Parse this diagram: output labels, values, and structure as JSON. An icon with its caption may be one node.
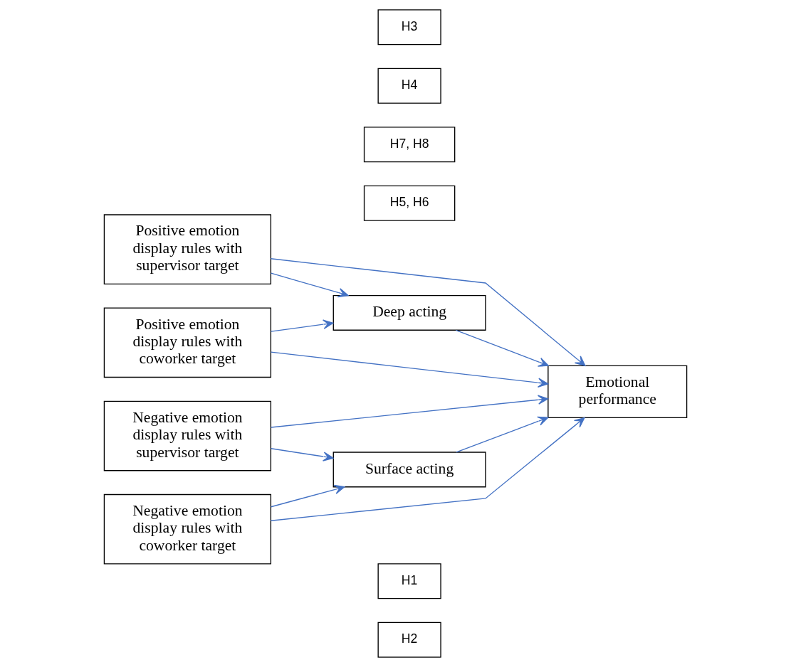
{
  "diagram": {
    "nodes": [
      {
        "text": [
          "H2"
        ]
      },
      {
        "text": [
          "H1"
        ]
      },
      {
        "text": [
          "Positive emotion display rules with supervisor target"
        ]
      },
      {
        "text": [
          "H5, H6"
        ]
      },
      {
        "text": [
          "Deep acting"
        ]
      },
      {
        "text": [
          "Positive emotion display rules with coworker target"
        ]
      },
      {
        "text": [
          "Emotional performance"
        ]
      },
      {
        "text": [
          "H7, H8"
        ]
      },
      {
        "text": [
          "Negative emotion display rules with supervisor target"
        ]
      },
      {
        "text": [
          "Surface acting"
        ]
      },
      {
        "text": [
          "Negative emotion display rules with coworker target"
        ]
      },
      {
        "text": [
          "H4"
        ]
      },
      {
        "text": [
          "H3"
        ]
      }
    ],
    "edges": [
      {
        "from": 2,
        "to": 4,
        "arrow": "to",
        "color": "#4472c4"
      },
      {
        "from": 5,
        "to": 4,
        "arrow": "to",
        "color": "#4472c4"
      },
      {
        "from": 8,
        "to": 9,
        "arrow": "to",
        "color": "#4472c4"
      },
      {
        "from": 10,
        "to": 9,
        "arrow": "to",
        "color": "#4472c4"
      },
      {
        "from": 4,
        "to": 6,
        "arrow": "to",
        "color": "#4472c4"
      },
      {
        "from": 9,
        "to": 6,
        "arrow": "to",
        "color": "#4472c4"
      },
      {
        "from": 2,
        "to": 6,
        "arrow": "to",
        "color": "#4472c4"
      },
      {
        "from": 5,
        "to": 6,
        "arrow": "to",
        "color": "#4472c4"
      },
      {
        "from": 10,
        "to": 6,
        "arrow": "to",
        "color": "#4472c4"
      },
      {
        "from": 8,
        "to": 6,
        "arrow": "to",
        "color": "#4472c4"
      }
    ]
  }
}
